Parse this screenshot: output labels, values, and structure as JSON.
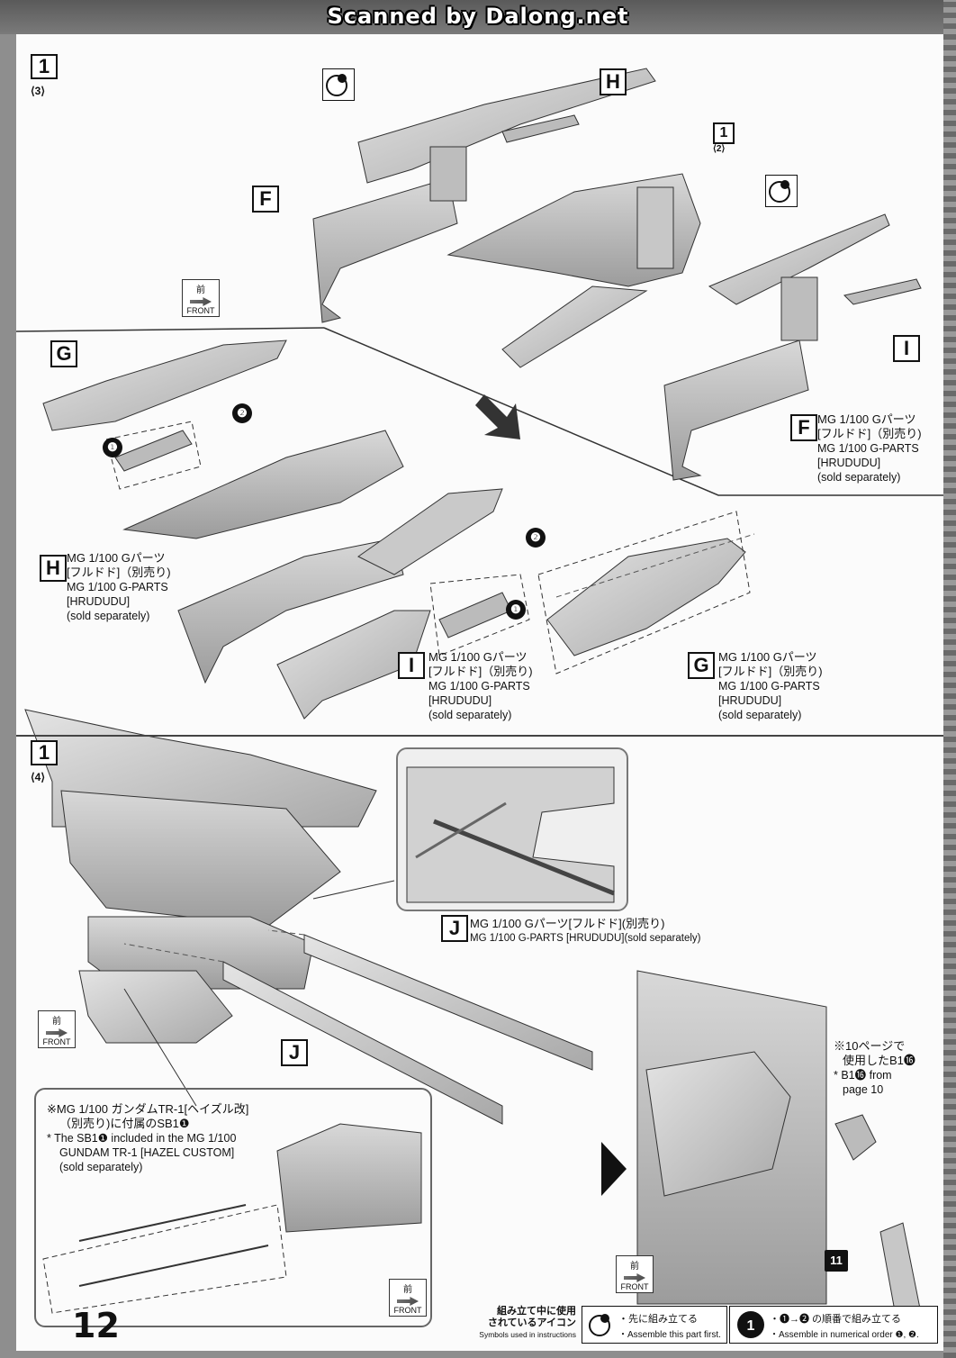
{
  "scan_banner": "Scanned by Dalong.net",
  "page_number": "12",
  "step_a": {
    "number": "1",
    "sub": "⟨3⟩"
  },
  "step_a_inner": {
    "number": "1",
    "sub": "⟨2⟩"
  },
  "step_b": {
    "number": "1",
    "sub": "⟨4⟩"
  },
  "letters": {
    "H": "H",
    "F": "F",
    "I": "I",
    "G": "G",
    "J": "J"
  },
  "markers": {
    "one": "❶",
    "two": "❷",
    "eleven": "11"
  },
  "labels": {
    "f_label": {
      "jp1": "MG 1/100 Gパーツ",
      "jp2": "[フルドド]（別売り)",
      "en1": "MG 1/100 G-PARTS",
      "en2": "[HRUDUDU]",
      "en3": "(sold separately)"
    },
    "h_label": {
      "jp1": "MG 1/100 Gパーツ",
      "jp2": "[フルドド]（別売り)",
      "en1": "MG 1/100 G-PARTS",
      "en2": "[HRUDUDU]",
      "en3": "(sold separately)"
    },
    "i_label": {
      "jp1": "MG 1/100 Gパーツ",
      "jp2": "[フルドド]（別売り)",
      "en1": "MG 1/100 G-PARTS",
      "en2": "[HRUDUDU]",
      "en3": "(sold separately)"
    },
    "g_label": {
      "jp1": "MG 1/100 Gパーツ",
      "jp2": "[フルドド]（別売り)",
      "en1": "MG 1/100 G-PARTS",
      "en2": "[HRUDUDU]",
      "en3": "(sold separately)"
    },
    "j_label": {
      "jp1": "MG 1/100 Gパーツ[フルドド](別売り)",
      "en1": "MG 1/100 G-PARTS [HRUDUDU](sold separately)"
    }
  },
  "front_icon": {
    "jp": "前",
    "en": "FRONT"
  },
  "sb1_note": {
    "jp1": "※MG 1/100 ガンダムTR-1[ヘイズル改]",
    "jp2": "（別売り)に付属のSB1❶",
    "en1": "* The SB1❶ included in the MG 1/100",
    "en2": "GUNDAM TR-1 [HAZEL CUSTOM]",
    "en3": "(sold separately)"
  },
  "b1_note": {
    "jp1": "※10ページで",
    "jp2": "使用したB1⓰",
    "en1": "* B1⓰ from",
    "en2": "page 10"
  },
  "footer": {
    "icons_title_jp1": "組み立て中に使用",
    "icons_title_jp2": "されているアイコン",
    "icons_title_en": "Symbols used in instructions",
    "sym1_jp": "・先に組み立てる",
    "sym1_en": "・Assemble this part first.",
    "sym2_jp": "・❶→❷ の順番で組み立てる",
    "sym2_en": "・Assemble in numerical order ❶, ❷."
  }
}
